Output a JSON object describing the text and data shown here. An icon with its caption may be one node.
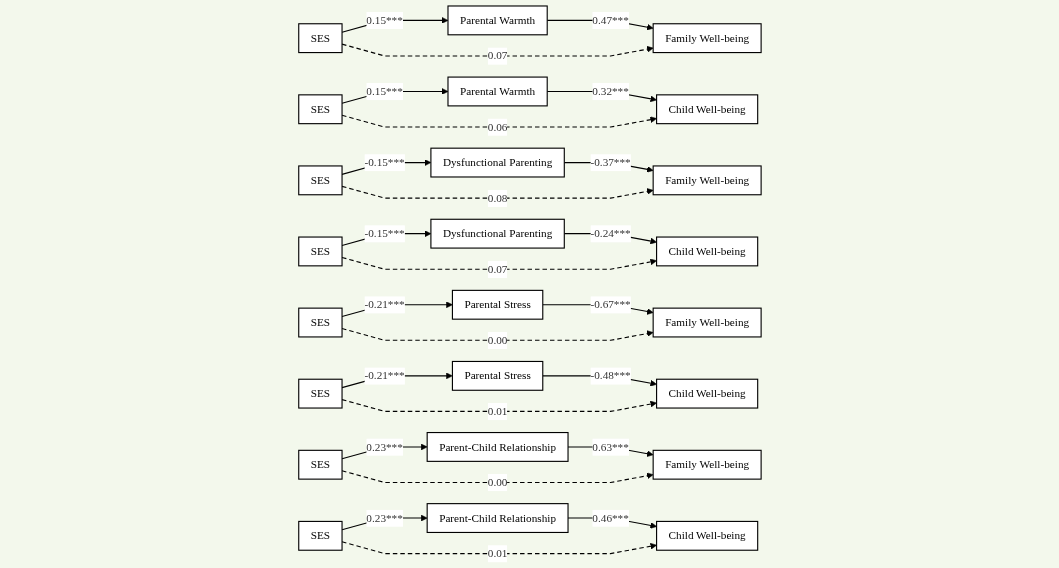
{
  "diagram": {
    "nodes": [
      {
        "text": [
          "SES"
        ]
      },
      {
        "text": [
          "Parental Warmth"
        ]
      },
      {
        "text": [
          "Family Well-being"
        ]
      },
      {
        "text": [
          "SES"
        ]
      },
      {
        "text": [
          "Parental Warmth"
        ]
      },
      {
        "text": [
          "Child Well-being"
        ]
      },
      {
        "text": [
          "SES"
        ]
      },
      {
        "text": [
          "Dysfunctional Parenting"
        ]
      },
      {
        "text": [
          "Family Well-being"
        ]
      },
      {
        "text": [
          "SES"
        ]
      },
      {
        "text": [
          "Dysfunctional Parenting"
        ]
      },
      {
        "text": [
          "Child Well-being"
        ]
      },
      {
        "text": [
          "SES"
        ]
      },
      {
        "text": [
          "Parental Stress"
        ]
      },
      {
        "text": [
          "Family Well-being"
        ]
      },
      {
        "text": [
          "SES"
        ]
      },
      {
        "text": [
          "Parental Stress"
        ]
      },
      {
        "text": [
          "Child Well-being"
        ]
      },
      {
        "text": [
          "SES"
        ]
      },
      {
        "text": [
          "Parent-Child Relationship"
        ]
      },
      {
        "text": [
          "Family Well-being"
        ]
      },
      {
        "text": [
          "SES"
        ]
      },
      {
        "text": [
          "Parent-Child Relationship"
        ]
      },
      {
        "text": [
          "Child Well-being"
        ]
      }
    ],
    "edges": [
      {
        "from": 0,
        "to": 1,
        "arrow": "to",
        "label": "0.15***"
      },
      {
        "from": 1,
        "to": 2,
        "arrow": "to",
        "label": "0.47***"
      },
      {
        "from": 0,
        "to": 2,
        "arrow": "to",
        "label": "0.07",
        "style": "dashed"
      },
      {
        "from": 3,
        "to": 4,
        "arrow": "to",
        "label": "0.15***"
      },
      {
        "from": 4,
        "to": 5,
        "arrow": "to",
        "label": "0.32***"
      },
      {
        "from": 3,
        "to": 5,
        "arrow": "to",
        "label": "0.06",
        "style": "dashed"
      },
      {
        "from": 6,
        "to": 7,
        "arrow": "to",
        "label": "-0.15***"
      },
      {
        "from": 7,
        "to": 8,
        "arrow": "to",
        "label": "-0.37***"
      },
      {
        "from": 6,
        "to": 8,
        "arrow": "to",
        "label": "0.08",
        "style": "dashed"
      },
      {
        "from": 9,
        "to": 10,
        "arrow": "to",
        "label": "-0.15***"
      },
      {
        "from": 10,
        "to": 11,
        "arrow": "to",
        "label": "-0.24***"
      },
      {
        "from": 9,
        "to": 11,
        "arrow": "to",
        "label": "0.07",
        "style": "dashed"
      },
      {
        "from": 12,
        "to": 13,
        "arrow": "to",
        "label": "-0.21***"
      },
      {
        "from": 13,
        "to": 14,
        "arrow": "to",
        "label": "-0.67***"
      },
      {
        "from": 12,
        "to": 14,
        "arrow": "to",
        "label": "0.00",
        "style": "dashed"
      },
      {
        "from": 15,
        "to": 16,
        "arrow": "to",
        "label": "-0.21***"
      },
      {
        "from": 16,
        "to": 17,
        "arrow": "to",
        "label": "-0.48***"
      },
      {
        "from": 15,
        "to": 17,
        "arrow": "to",
        "label": "0.01",
        "style": "dashed"
      },
      {
        "from": 18,
        "to": 19,
        "arrow": "to",
        "label": "0.23***"
      },
      {
        "from": 19,
        "to": 20,
        "arrow": "to",
        "label": "0.63***"
      },
      {
        "from": 18,
        "to": 20,
        "arrow": "to",
        "label": "0.00",
        "style": "dashed"
      },
      {
        "from": 21,
        "to": 22,
        "arrow": "to",
        "label": "0.23***"
      },
      {
        "from": 22,
        "to": 23,
        "arrow": "to",
        "label": "0.46***"
      },
      {
        "from": 21,
        "to": 23,
        "arrow": "to",
        "label": "0.01",
        "style": "dashed"
      }
    ]
  }
}
